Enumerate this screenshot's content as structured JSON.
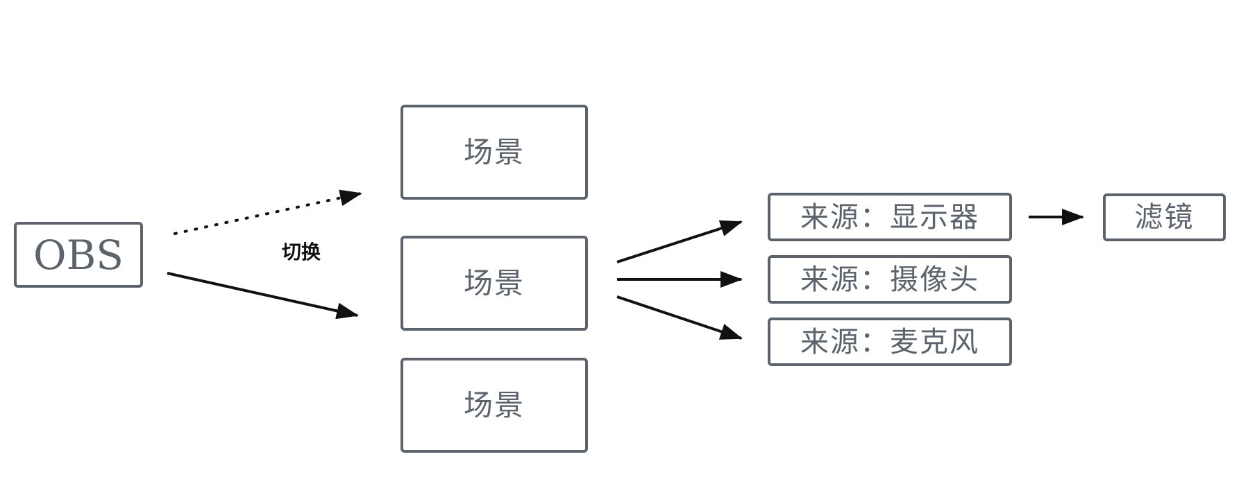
{
  "nodes": {
    "obs": "OBS",
    "scenes": [
      "场景",
      "场景",
      "场景"
    ],
    "sources": [
      "来源：显示器",
      "来源：摄像头",
      "来源：麦克风"
    ],
    "filter": "滤镜"
  },
  "edge_label": "切换",
  "colors": {
    "node_border": "#5c636b",
    "node_text": "#5c636b",
    "arrow": "#111111"
  }
}
